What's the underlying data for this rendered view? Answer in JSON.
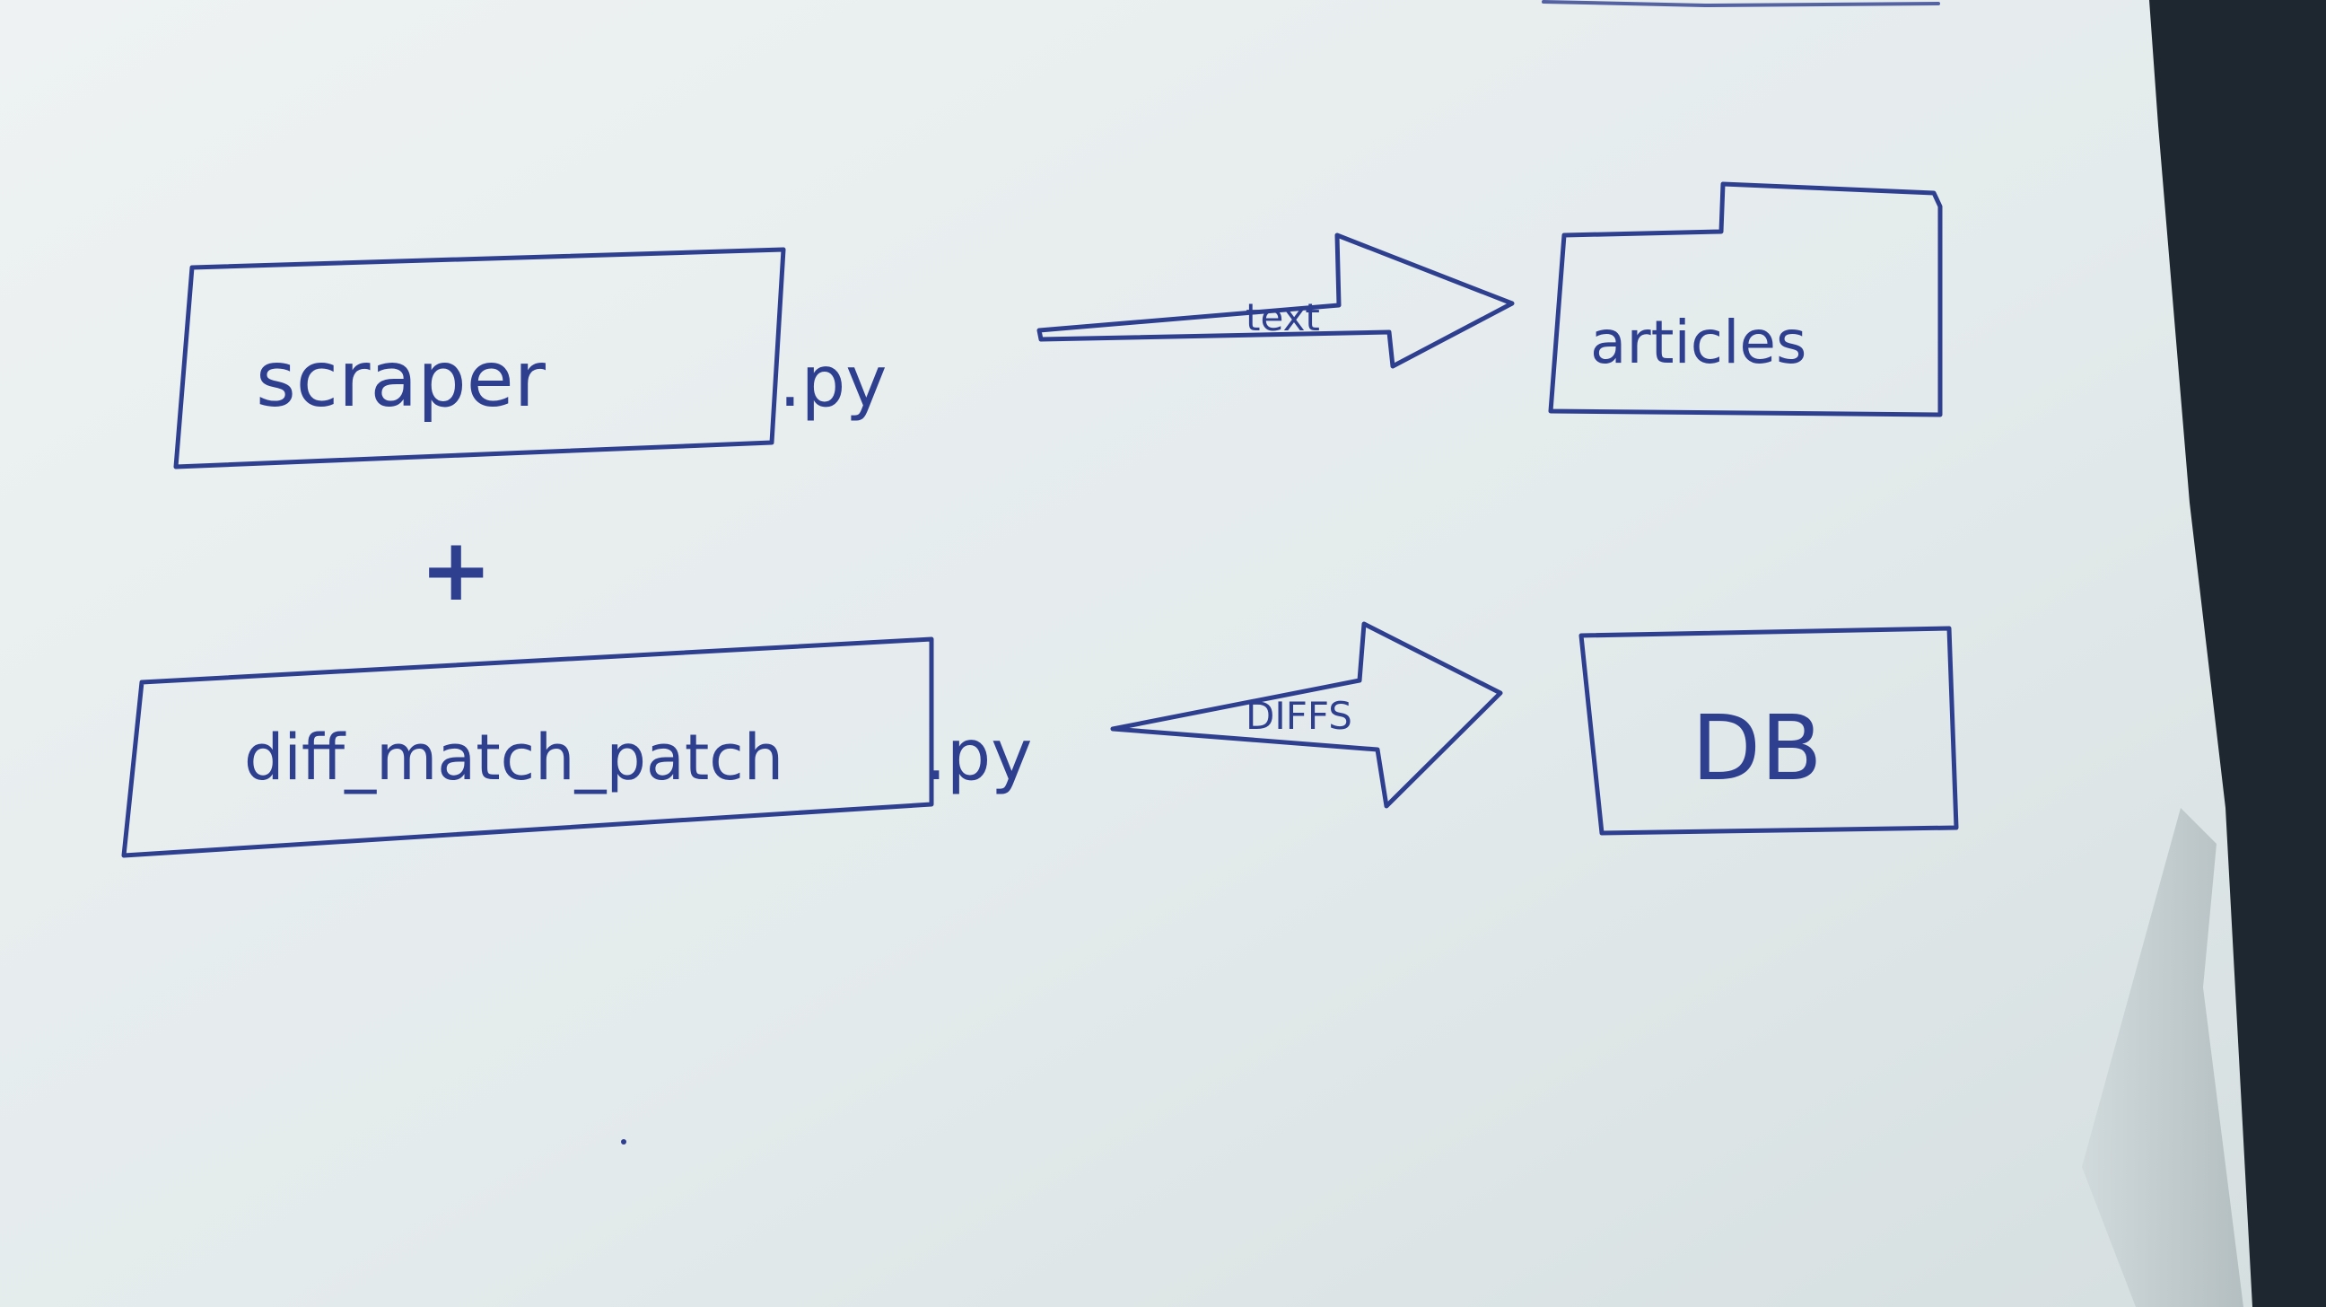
{
  "diagram": {
    "nodes": {
      "scraper": {
        "label": "scraper",
        "suffix": ".py"
      },
      "diff_match_patch": {
        "label": "diff_match_patch",
        "suffix": ".py"
      },
      "articles": {
        "label": "articles"
      },
      "db": {
        "label": "DB"
      }
    },
    "operator": "+",
    "edges": {
      "text": {
        "label": "text",
        "from": "scraper",
        "to": "articles"
      },
      "diffs": {
        "label": "DIFFS",
        "from": "diff_match_patch",
        "to": "DB"
      }
    }
  },
  "colors": {
    "ink": "#2f3f8f",
    "paper": "#e9eeee",
    "background": "#1e2630"
  }
}
